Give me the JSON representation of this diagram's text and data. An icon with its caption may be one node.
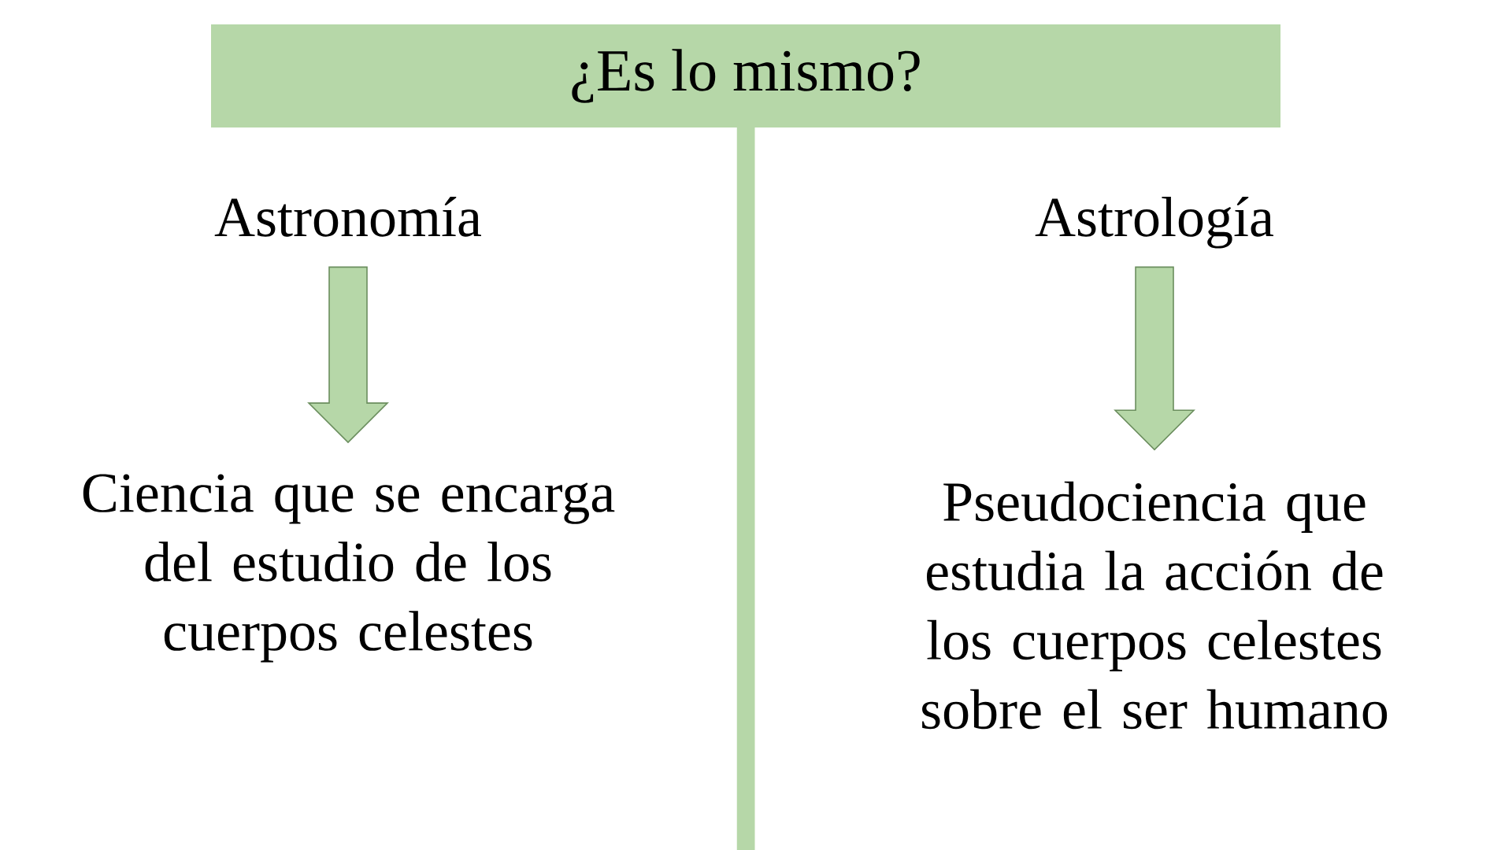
{
  "diagram": {
    "nodes": [
      {
        "text": [
          "¿Es lo mismo?"
        ]
      },
      {
        "text": [],
        "shape": "bar"
      },
      {
        "text": [
          "Astronomía"
        ]
      },
      {
        "text": [
          "Ciencia que se encarga del estudio de los cuerpos celestes"
        ]
      },
      {
        "text": [
          "Astrología"
        ]
      },
      {
        "text": [
          "Pseudociencia que estudia la acción de los cuerpos celestes sobre el ser humano"
        ]
      }
    ],
    "edges": [
      {
        "from": 2,
        "to": 3,
        "arrow": "to"
      },
      {
        "from": 4,
        "to": 5,
        "arrow": "to"
      }
    ]
  }
}
